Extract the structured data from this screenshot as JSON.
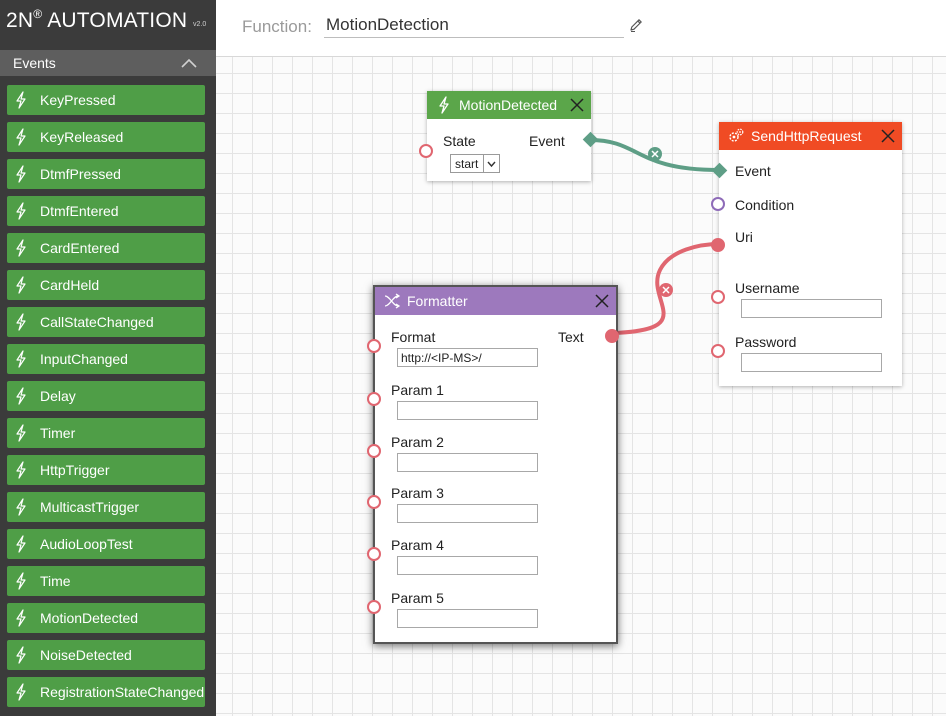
{
  "app": {
    "brand": "2N",
    "brand_suffix": "AUTOMATION",
    "version": "v2.0"
  },
  "function_bar": {
    "label": "Function:",
    "name": "MotionDetection",
    "edit_icon": "pencil-icon"
  },
  "sidebar": {
    "section_title": "Events",
    "collapse_icon": "chevron-up-icon",
    "item_icon": "lightning-icon",
    "items": [
      "KeyPressed",
      "KeyReleased",
      "DtmfPressed",
      "DtmfEntered",
      "CardEntered",
      "CardHeld",
      "CallStateChanged",
      "InputChanged",
      "Delay",
      "Timer",
      "HttpTrigger",
      "MulticastTrigger",
      "AudioLoopTest",
      "Time",
      "MotionDetected",
      "NoiseDetected",
      "RegistrationStateChanged"
    ]
  },
  "nodes": {
    "motion": {
      "title": "MotionDetected",
      "icon": "lightning-icon",
      "header_color": "#5ba64a",
      "state_label": "State",
      "state_value": "start",
      "event_label": "Event"
    },
    "http": {
      "title": "SendHttpRequest",
      "icon": "gears-icon",
      "header_color": "#f04b24",
      "event_label": "Event",
      "condition_label": "Condition",
      "uri_label": "Uri",
      "username_label": "Username",
      "username_value": "",
      "password_label": "Password",
      "password_value": ""
    },
    "formatter": {
      "title": "Formatter",
      "icon": "shuffle-icon",
      "header_color": "#9d79bd",
      "format_label": "Format",
      "format_value": "http://<IP-MS>/",
      "text_label": "Text",
      "params": [
        {
          "label": "Param 1",
          "value": ""
        },
        {
          "label": "Param 2",
          "value": ""
        },
        {
          "label": "Param 3",
          "value": ""
        },
        {
          "label": "Param 4",
          "value": ""
        },
        {
          "label": "Param 5",
          "value": ""
        }
      ]
    }
  },
  "colors": {
    "event_green": "#4f9e47",
    "event_wire": "#5e9e86",
    "data_wire": "#e06670",
    "sidebar_bg": "#3b3b3b"
  }
}
